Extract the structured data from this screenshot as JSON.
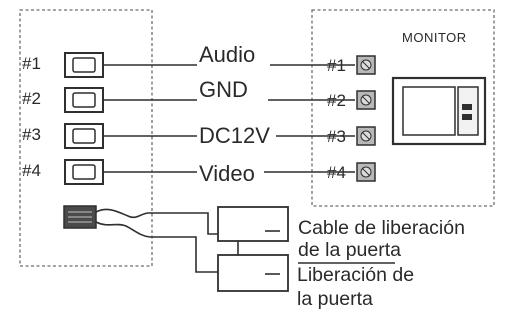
{
  "monitor": {
    "title": "MONITOR",
    "pins": [
      "#1",
      "#2",
      "#3",
      "#4"
    ]
  },
  "door_station": {
    "pins": [
      "#1",
      "#2",
      "#3",
      "#4"
    ]
  },
  "signals": [
    "Audio",
    "GND",
    "DC12V",
    "Video"
  ],
  "door_release": {
    "cable_label_lines": [
      "Cable de liberación",
      "de la puerta"
    ],
    "release_label_lines": [
      "Liberación de",
      "la puerta"
    ]
  },
  "colors": {
    "line": "#2f2f2f",
    "box_edge": "#6e6e6e",
    "terminal_fill": "#b8b8b8",
    "text": "#2a2a2a"
  }
}
